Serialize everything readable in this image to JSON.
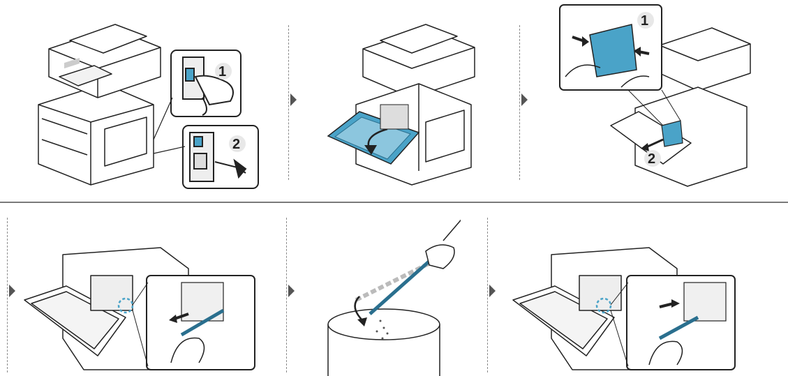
{
  "steps": [
    {
      "id": 1,
      "callouts": [
        "1",
        "2"
      ]
    },
    {
      "id": 2,
      "callouts": []
    },
    {
      "id": 3,
      "callouts": [
        "1",
        "2"
      ]
    },
    {
      "id": 4,
      "callouts": []
    },
    {
      "id": 5,
      "callouts": []
    },
    {
      "id": 6,
      "callouts": []
    }
  ],
  "colors": {
    "accent": "#4aa3c8",
    "accent_dark": "#2a6f8e",
    "line": "#222222",
    "separator": "#7a7a7a"
  }
}
